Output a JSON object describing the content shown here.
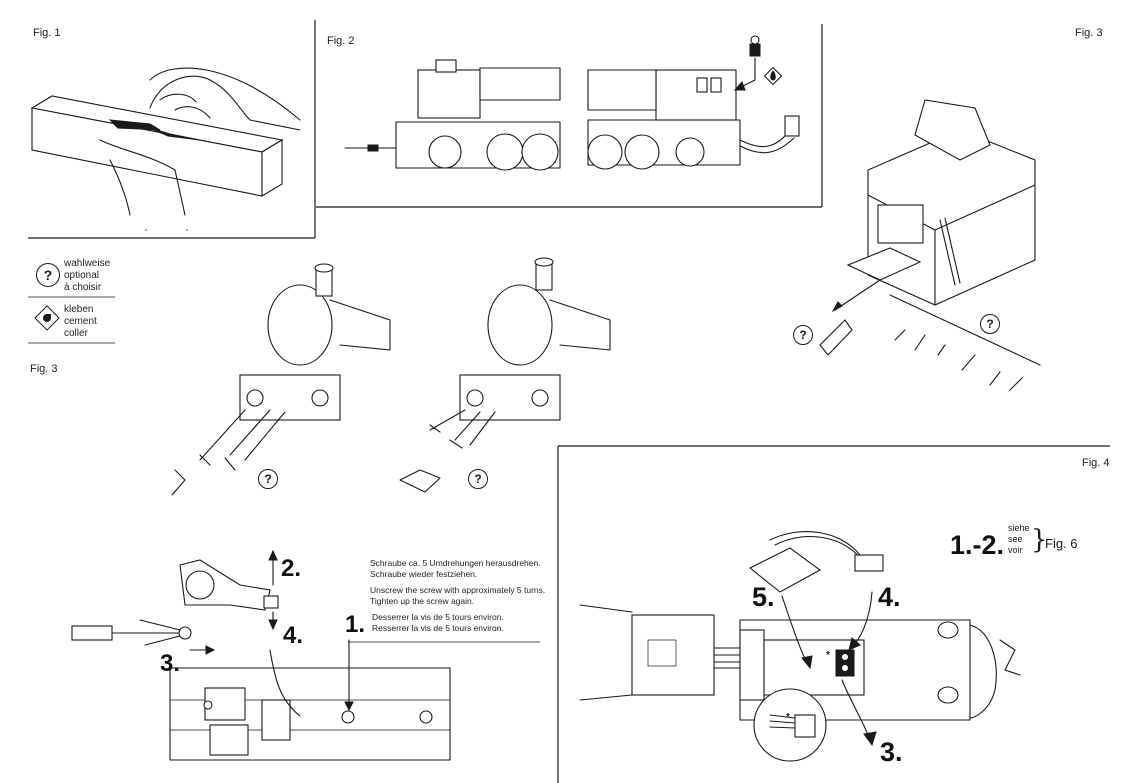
{
  "figures": {
    "fig1_label": "Fig. 1",
    "fig2_label": "Fig. 2",
    "fig3_label_top": "Fig. 3",
    "fig3_label_left": "Fig. 3",
    "fig4_label": "Fig. 4"
  },
  "legend": {
    "optional": {
      "line1": "wahlweise",
      "line2": "optional",
      "line3": "à choisir",
      "icon": "question-icon"
    },
    "cement": {
      "line1": "kleben",
      "line2": "cement",
      "line3": "coller",
      "icon": "glue-drop-icon"
    }
  },
  "instructions": {
    "de": [
      "Schraube ca. 5 Umdrehungen herausdrehen.",
      "Schraube wieder festziehen."
    ],
    "en": [
      "Unscrew the screw with approximately 5 turns.",
      "Tighten up the screw again."
    ],
    "fr": [
      "Desserrer la vis de 5 tours environ.",
      "Resserrer la vis de 5 tours environ."
    ]
  },
  "steps_left": {
    "s1": "1.",
    "s2": "2.",
    "s3": "3.",
    "s4": "4."
  },
  "steps_right": {
    "s12": "1.-2.",
    "s3": "3.",
    "s4": "4.",
    "s5": "5."
  },
  "reference": {
    "siehe": "siehe",
    "see": "see",
    "voir": "voir",
    "target": "Fig. 6"
  },
  "symbols": {
    "question": "?",
    "star": "*"
  }
}
